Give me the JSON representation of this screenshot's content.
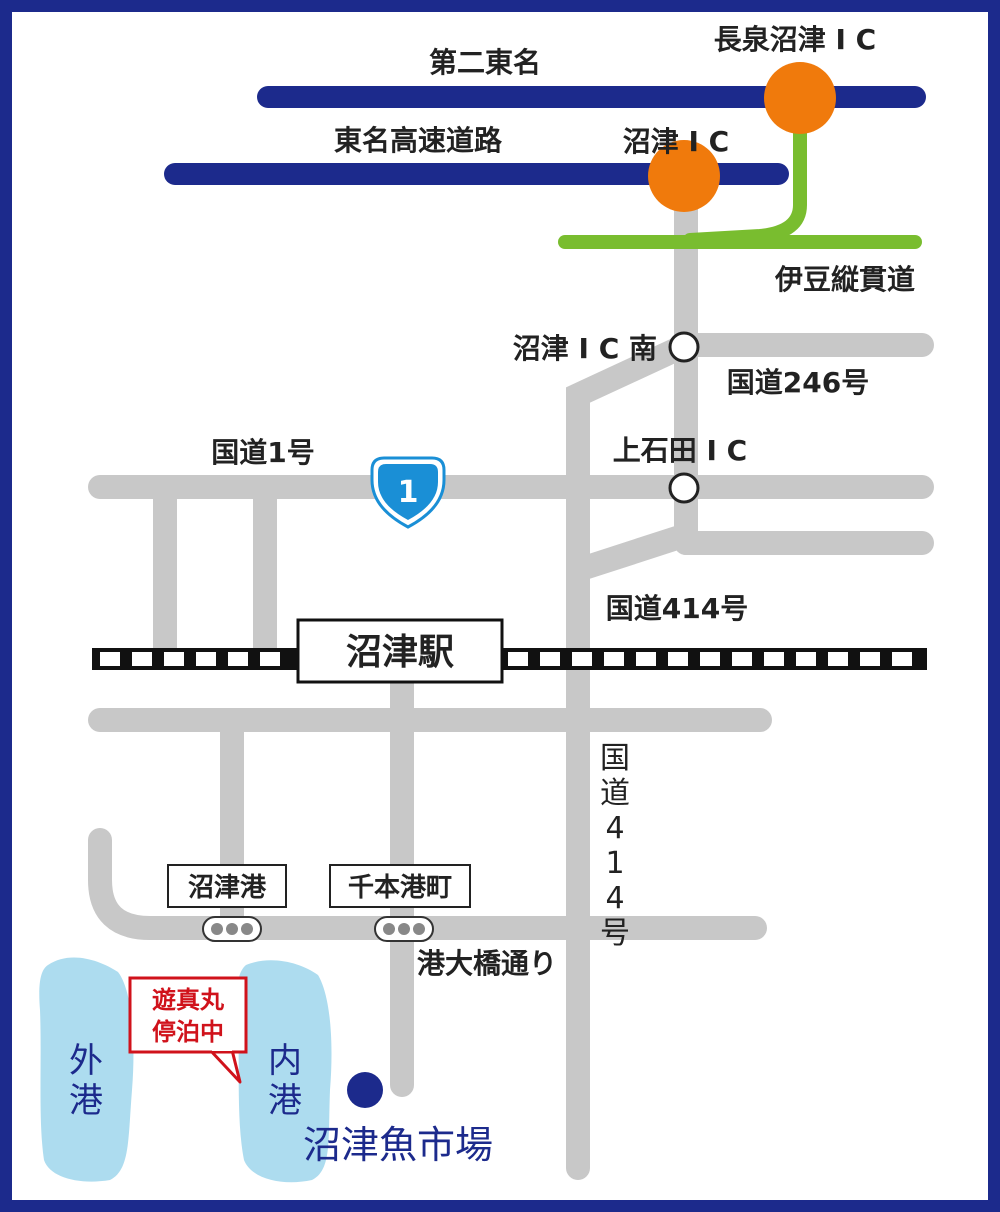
{
  "expressways": {
    "daini_tomei": "第二東名",
    "tomei": "東名高速道路",
    "izu": "伊豆縦貫道"
  },
  "interchanges": {
    "nagaizumi": "長泉沼津 I C",
    "numazu": "沼津 I C",
    "numazu_south": "沼津 I C 南",
    "kamiishida": "上石田  I C"
  },
  "routes": {
    "r246": "国道246号",
    "r1": "国道1号",
    "r1_shield": "1",
    "r414": "国道414号",
    "r414_vertical": [
      "国",
      "道",
      "4",
      "1",
      "4",
      "号"
    ]
  },
  "station": "沼津駅",
  "bus_stops": {
    "numazu_port": "沼津港",
    "senbon": "千本港町"
  },
  "street": "港大橋通り",
  "callout": [
    "遊真丸",
    "停泊中"
  ],
  "harbors": {
    "outer": [
      "外",
      "港"
    ],
    "inner": [
      "内",
      "港"
    ]
  },
  "fish_market": "沼津魚市場",
  "colors": {
    "frame": "#1c2a8c",
    "expressway": "#1c2a8c",
    "interchange": "#f07a0c",
    "izu_road": "#79bd2f",
    "road": "#c8c8c8",
    "water": "#9fd6ec",
    "callout": "#d0121b",
    "shield": "#1a8fd6"
  }
}
